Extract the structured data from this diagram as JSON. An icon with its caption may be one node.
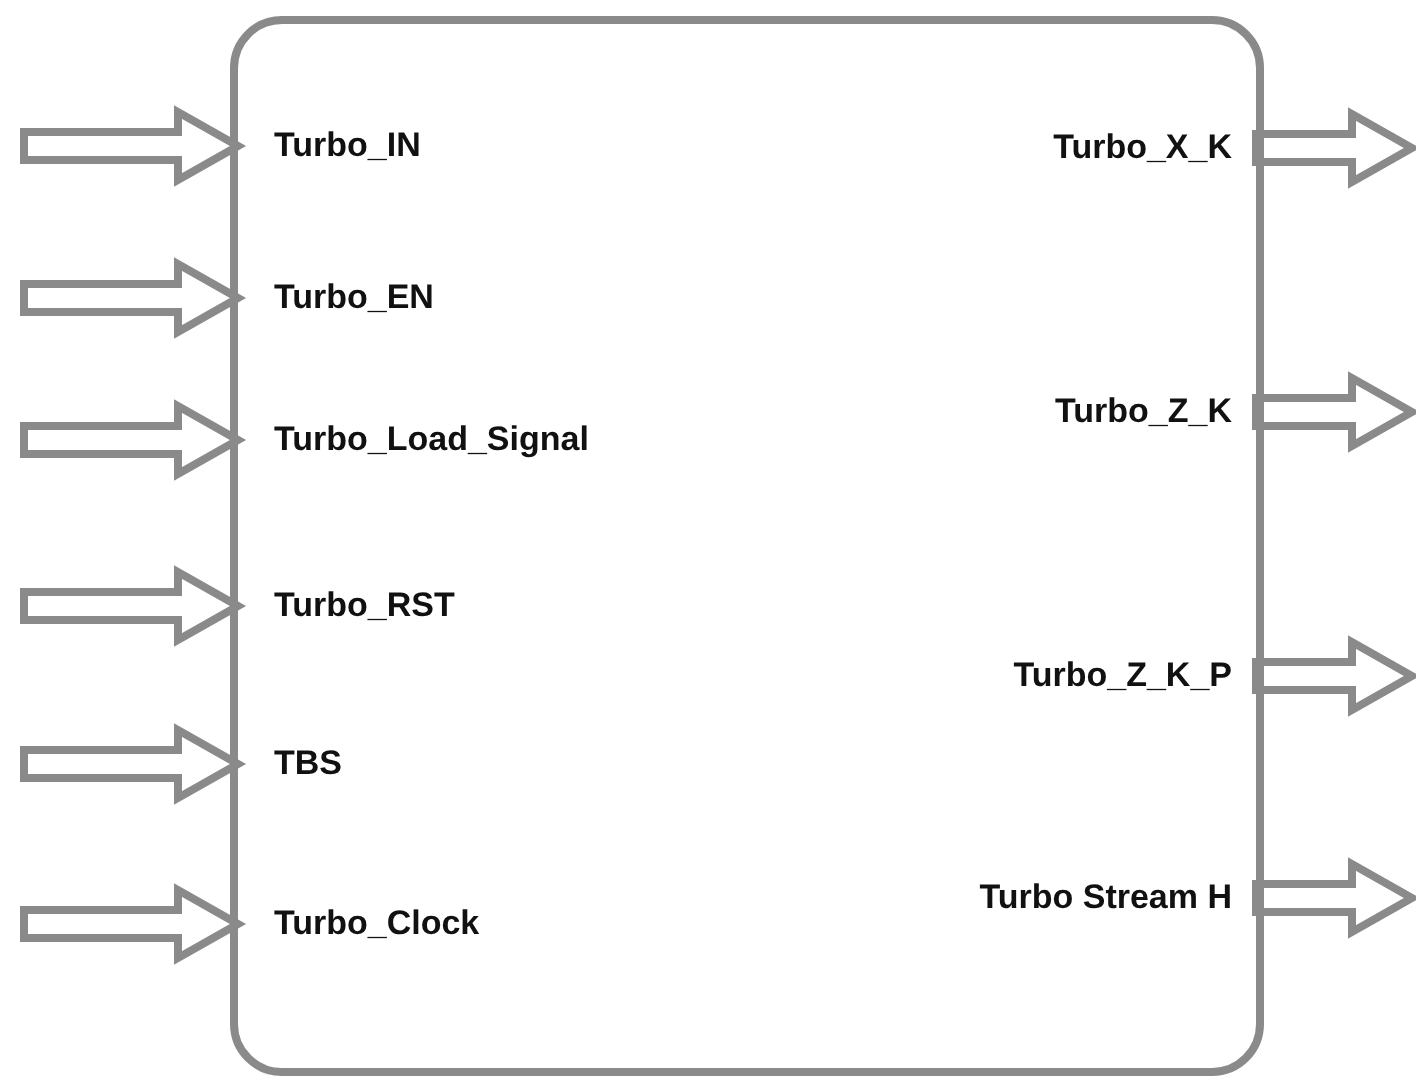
{
  "diagram": {
    "nodes": [
      {
        "text": [],
        "shape": "box"
      },
      {
        "text": [
          "Turbo_IN"
        ],
        "in": 0
      },
      {
        "text": [
          "Turbo_EN"
        ],
        "in": 0
      },
      {
        "text": [
          "Turbo_Load_Signal"
        ],
        "in": 0
      },
      {
        "text": [
          "Turbo_RST"
        ],
        "in": 0
      },
      {
        "text": [
          "TBS"
        ],
        "in": 0
      },
      {
        "text": [
          "Turbo_Clock"
        ],
        "in": 0
      },
      {
        "text": [
          "Turbo_X_K"
        ],
        "in": 0
      },
      {
        "text": [
          "Turbo_Z_K"
        ],
        "in": 0
      },
      {
        "text": [
          "Turbo_Z_K_P"
        ],
        "in": 0
      },
      {
        "text": [
          "Turbo Stream H"
        ],
        "in": 0
      }
    ],
    "edges": [
      {
        "from": null,
        "to": 1,
        "arrow": "to"
      },
      {
        "from": null,
        "to": 2,
        "arrow": "to"
      },
      {
        "from": null,
        "to": 3,
        "arrow": "to"
      },
      {
        "from": null,
        "to": 4,
        "arrow": "to"
      },
      {
        "from": null,
        "to": 5,
        "arrow": "to"
      },
      {
        "from": null,
        "to": 6,
        "arrow": "to"
      },
      {
        "from": 7,
        "to": null,
        "arrow": "to"
      },
      {
        "from": 8,
        "to": null,
        "arrow": "to"
      },
      {
        "from": 9,
        "to": null,
        "arrow": "to"
      },
      {
        "from": 10,
        "to": null,
        "arrow": "to"
      }
    ]
  }
}
